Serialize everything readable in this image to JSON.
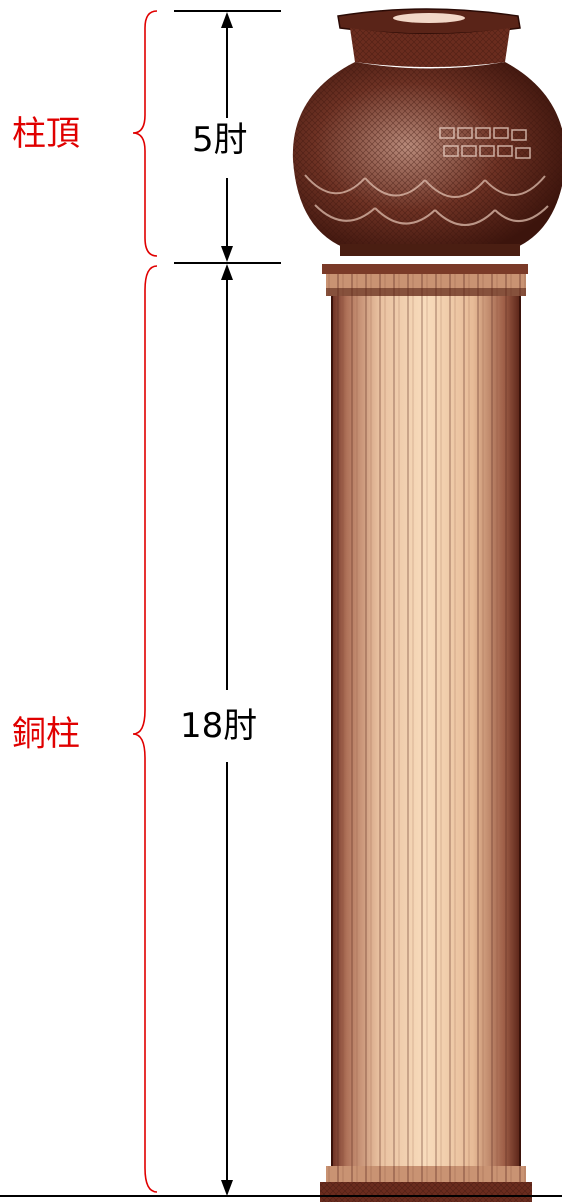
{
  "capital": {
    "name": "柱頂",
    "height_label": "5肘"
  },
  "pillar": {
    "name": "銅柱",
    "height_label": "18肘"
  },
  "colors": {
    "label_red": "#e00000",
    "dimension_black": "#000000",
    "bronze_dark": "#4a1e12",
    "bronze_mid": "#8a4a3a",
    "shaft_light": "#f7d9b6",
    "shaft_shadow": "#b27a5e"
  }
}
